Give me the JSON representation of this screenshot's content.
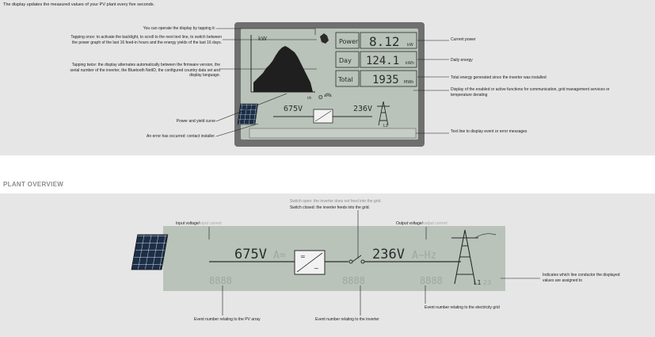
{
  "intro": "The display updates the measured values of your PV plant every five seconds.",
  "top": {
    "labels": {
      "tap": "You can operate the display by tapping it:",
      "tap_once": "Tapping once: to activate the backlight, to scroll to the next text line, to switch between the power graph of the last 16 feed-in hours and the energy yields of the last 16 days.",
      "tap_twice": "Tapping twice: the display alternates automatically between the firmware version, the serial number of the inverter, the Bluetooth NetID, the configured country data set and display language.",
      "curve": "Power and yield curve",
      "error": "An error has occurred: contact installer.",
      "current_power": "Current power",
      "daily_energy": "Daily energy",
      "total_energy": "Total energy generated since the inverter was installed",
      "functions": "Display of the enabled or active functions for communication, grid management services or temperature derating",
      "text_line": "Text line to display event or error messages"
    },
    "lcd": {
      "graph_unit": "kW",
      "graph_axis": "t/h",
      "power_label": "Power",
      "power_value": "8.12",
      "power_unit": "kW",
      "day_label": "Day",
      "day_value": "124.1",
      "day_unit": "kWh",
      "total_label": "Total",
      "total_value": "1935",
      "total_unit": "MWh",
      "input_voltage": "675V",
      "output_voltage": "236V",
      "phase": "L1"
    }
  },
  "section_title": "PLANT OVERVIEW",
  "bottom": {
    "switch_open": "Switch open: the inverter does not feed into the grid.",
    "switch_closed": "Switch closed: the inverter feeds into the grid.",
    "input_label": "Input voltage/",
    "input_label_grey": "input current",
    "output_label": "Output voltage/",
    "output_label_grey": "output current",
    "input_voltage": "675V",
    "input_ghost": "A=",
    "output_voltage": "236V",
    "output_ghost": "A~Hz",
    "event_digits": "8888",
    "phase": "L1",
    "phase_ghost": "23",
    "line_conductor": "Indicates which line conductor the displayed values are assigned to",
    "event_pv": "Event number relating to the PV array",
    "event_inverter": "Event number relating to the inverter",
    "event_grid": "Event number relating to the electricity grid"
  },
  "colors": {
    "panel_bg": "#e6e6e6",
    "lcd_bg": "#b9c3b9",
    "lcd_ink": "#2b2b2b",
    "ghost": "#9ea99e"
  }
}
